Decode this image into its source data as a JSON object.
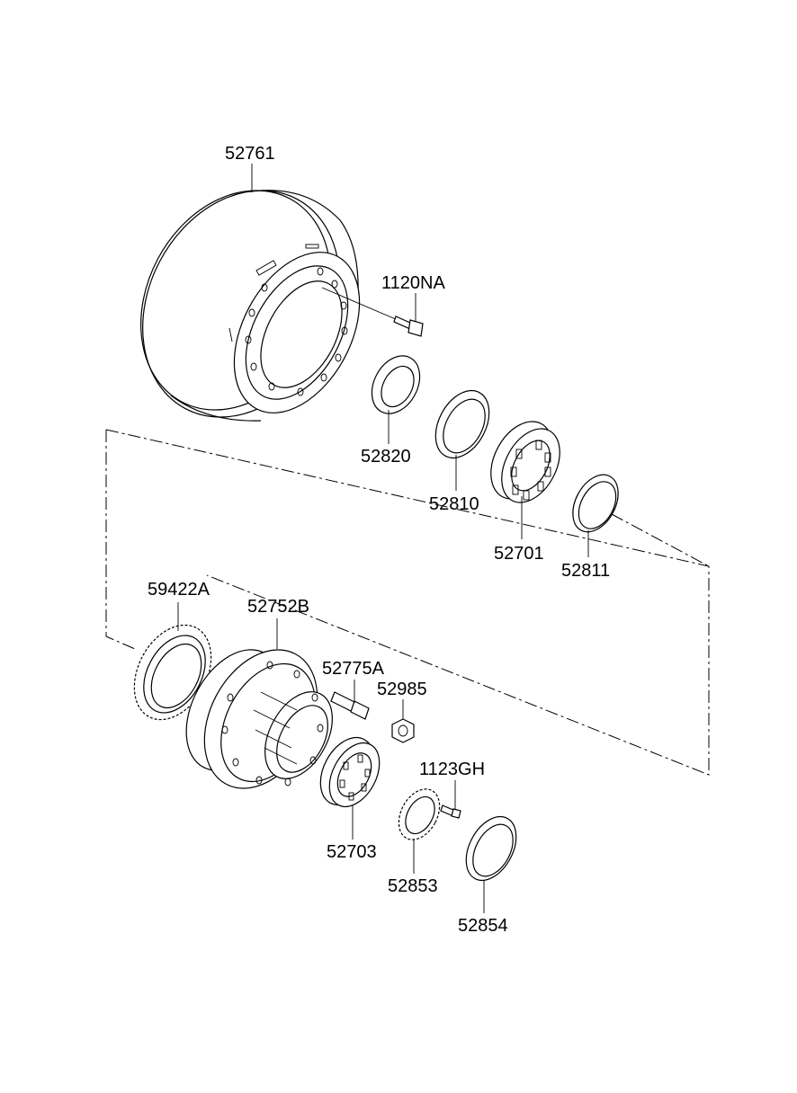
{
  "parts": {
    "p52761": "52761",
    "p1120NA": "1120NA",
    "p52820": "52820",
    "p52810": "52810",
    "p52701": "52701",
    "p52811": "52811",
    "p59422A": "59422A",
    "p52752B": "52752B",
    "p52775A": "52775A",
    "p52985": "52985",
    "p1123GH": "1123GH",
    "p52703": "52703",
    "p52853": "52853",
    "p52854": "52854"
  }
}
